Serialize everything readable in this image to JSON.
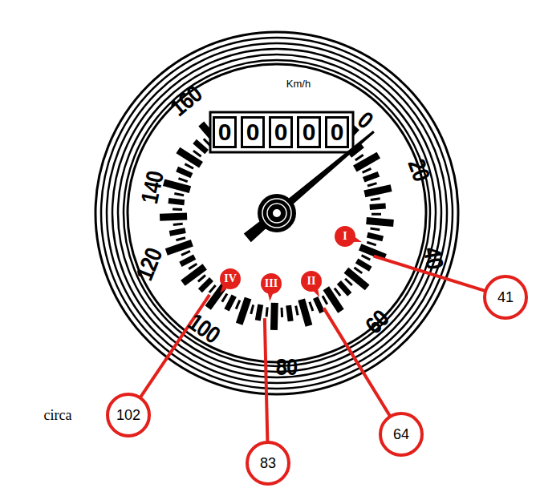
{
  "diagram": {
    "nodes": [
      {
        "text": [
          "0"
        ]
      },
      {
        "text": [
          "0"
        ]
      },
      {
        "text": [
          "0"
        ]
      },
      {
        "text": [
          "0"
        ]
      },
      {
        "text": [
          "0"
        ]
      },
      {
        "text": [
          "I"
        ]
      },
      {
        "text": [
          "IV"
        ]
      },
      {
        "text": [
          "III"
        ]
      },
      {
        "text": [
          "II"
        ]
      },
      {
        "text": [
          "41"
        ]
      },
      {
        "text": [
          "102"
        ]
      },
      {
        "text": [
          "64"
        ]
      },
      {
        "text": [
          "83"
        ]
      }
    ],
    "labels": [
      "Km/h",
      "160",
      "0",
      "20",
      "140",
      "120",
      "40",
      "100",
      "60",
      "80",
      "circa"
    ]
  }
}
